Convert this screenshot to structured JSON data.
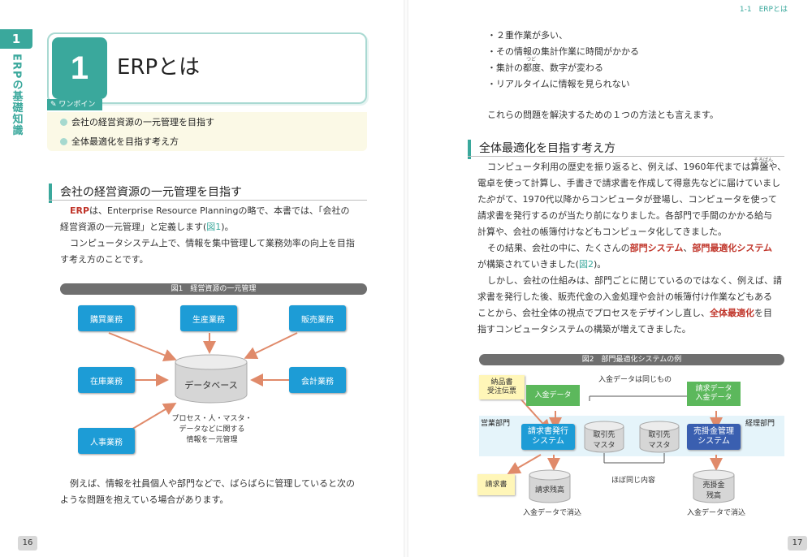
{
  "left": {
    "chapter_num": "1",
    "chapter_label": "ERPの基礎知識",
    "title_num": "1",
    "title": "ERPとは",
    "onepoint_tag": "ワンポイント",
    "onepoint": [
      "会社の経営資源の一元管理を目指す",
      "全体最適化を目指す考え方"
    ],
    "section1": "会社の経営資源の一元管理を目指す",
    "p1_a": "ERP",
    "p1_b": "は、Enterprise Resource Planningの略で、本書では、「会社の",
    "p1_c": "経営資源の一元管理」と定義します(",
    "p1_ref": "図1",
    "p1_d": ")。",
    "p2_a": "コンピュータシステム上で、情報を集中管理して業務効率の向上を目指",
    "p2_b": "す考え方のことです。",
    "fig1_title": "図1　経営資源の一元管理",
    "fig1_boxes": {
      "purchase": "購買業務",
      "production": "生産業務",
      "sales": "販売業務",
      "inventory": "在庫業務",
      "accounting": "会計業務",
      "hr": "人事業務"
    },
    "fig1_db": "データベース",
    "fig1_caption": [
      "プロセス・人・マスタ・",
      "データなどに関する",
      "情報を一元管理"
    ],
    "p3_a": "例えば、情報を社員個人や部門などで、ばらばらに管理していると次の",
    "p3_b": "ような問題を抱えている場合があります。",
    "page_num": "16"
  },
  "right": {
    "running_head": "1-1　ERPとは",
    "bullets": [
      "・２重作業が多い、",
      "・その情報の集計作業に時間がかかる",
      "・集計の都度、数字が変わる",
      "・リアルタイムに情報を見られない"
    ],
    "furigana_tsudo": "つど",
    "p0": "これらの問題を解決するための１つの方法とも言えます。",
    "section2": "全体最適化を目指す考え方",
    "furigana_soroban": "そろばん",
    "p1": [
      "コンピュータ利用の歴史を振り返ると、例えば、1960年代までは算盤や、",
      "電卓を使って計算し、手書きで請求書を作成して得意先などに届けていました。"
    ],
    "p2": [
      "やがて、1970代以降からコンピュータが登場し、コンピュータを使って",
      "請求書を発行するのが当たり前になりました。各部門で手間のかかる給与",
      "計算や、会社の帳簿付けなどもコンピュータ化してきました。"
    ],
    "p3_a": "その結果、会社の中に、たくさんの",
    "p3_red1": "部門システム",
    "p3_sep": "、",
    "p3_red2": "部門最適化システム",
    "p3_b": "が構築されていきました(",
    "p3_ref": "図2",
    "p3_c": ")。",
    "p4": [
      "しかし、会社の仕組みは、部門ごとに閉じているのではなく、例えば、請",
      "求書を発行した後、販売代金の入金処理や会計の帳簿付け作業などもある",
      "ことから、会社全体の視点でプロセスをデザインし直し、"
    ],
    "p4_red": "全体最適化",
    "p4_end": "を目",
    "p4_last": "指すコンピュータシステムの構築が増えてきました。",
    "fig2_title": "図2　部門最適化システムの例",
    "fig2": {
      "note_delivery": [
        "納品書",
        "受注伝票"
      ],
      "deposit": "入金データ",
      "same_label": "入金データは同じもの",
      "billing_deposit": [
        "請求データ",
        "入金データ"
      ],
      "dept_sales": "営業部門",
      "dept_accounting": "経理部門",
      "billing_system": [
        "請求書発行",
        "システム"
      ],
      "master1": [
        "取引先",
        "マスタ"
      ],
      "master2": [
        "取引先",
        "マスタ"
      ],
      "ar_system": [
        "売掛金管理",
        "システム"
      ],
      "almost_same": "ほぼ同じ内容",
      "invoice": "請求書",
      "billing_balance": "請求残高",
      "ar_balance": [
        "売掛金",
        "残高"
      ],
      "clear1": "入金データで消込",
      "clear2": "入金データで消込"
    },
    "page_num": "17"
  }
}
